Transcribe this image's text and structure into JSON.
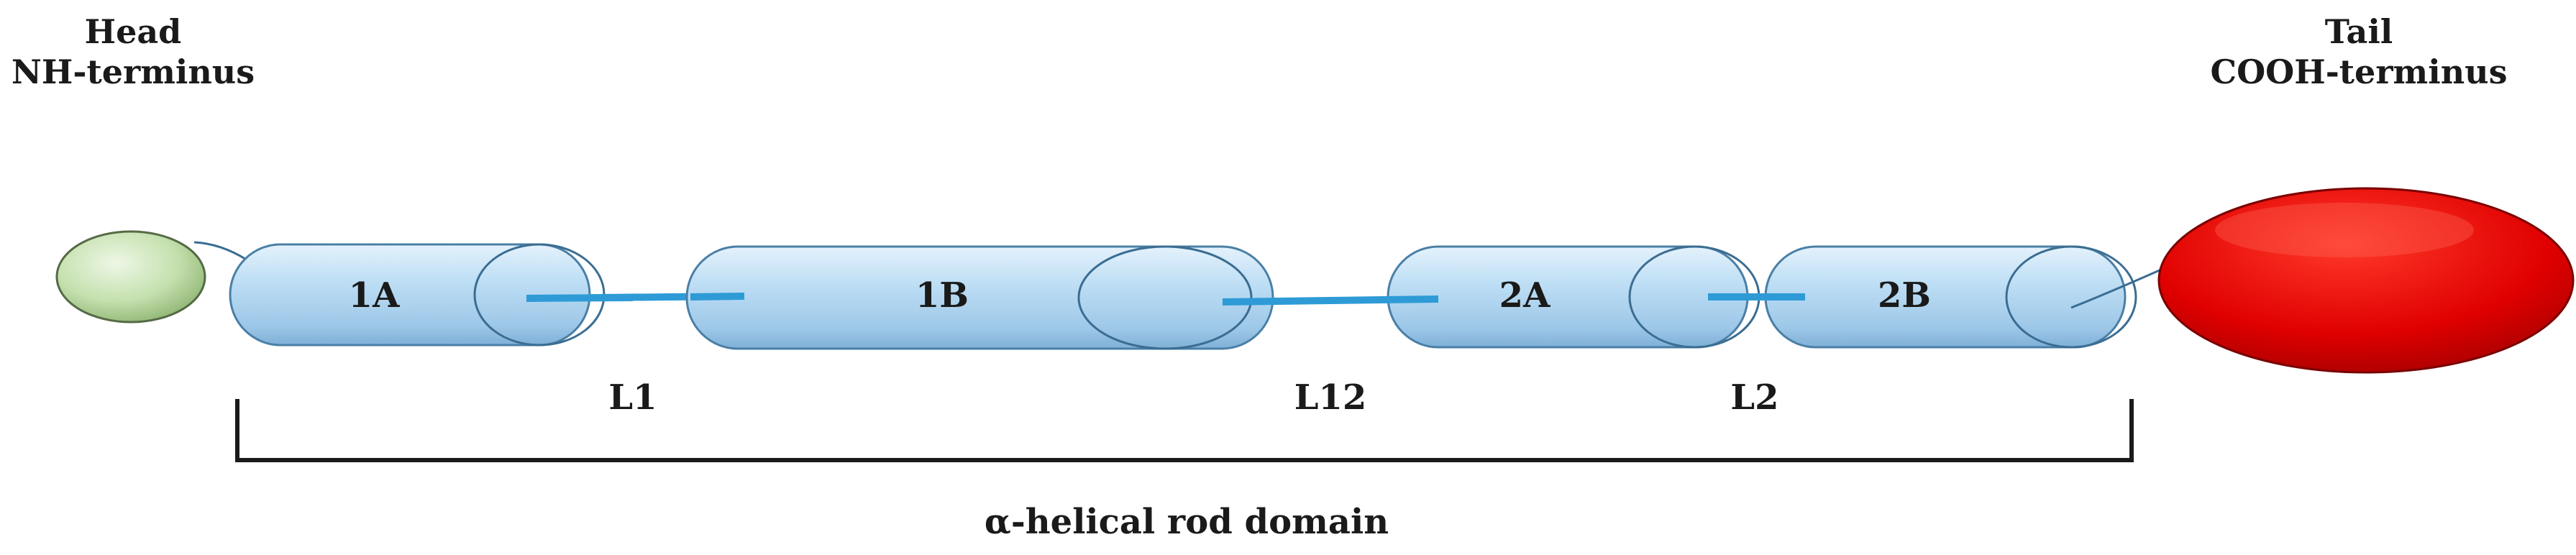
{
  "head": {
    "line1": "Head",
    "line2": "NH-terminus"
  },
  "tail": {
    "line1": "Tail",
    "line2": "COOH-terminus"
  },
  "segments": [
    "1A",
    "1B",
    "2A",
    "2B"
  ],
  "linkers": [
    "L1",
    "L12",
    "L2"
  ],
  "rod_domain": "α-helical rod domain",
  "colors": {
    "segment_fill": "#bcdcf3",
    "segment_edge": "#4a7fa6",
    "linker": "#2e9bd6",
    "head_fill": "#c8e3b4",
    "tail_fill": "#e00000",
    "bracket": "#1a1a1a"
  }
}
